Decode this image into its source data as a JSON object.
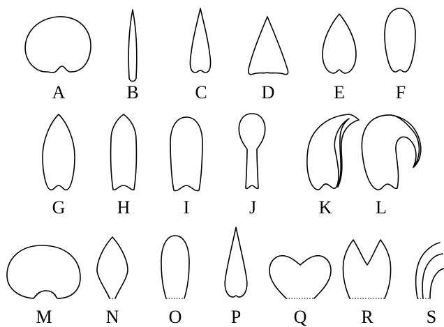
{
  "figure": {
    "labels": {
      "A": "A",
      "B": "B",
      "C": "C",
      "D": "D",
      "E": "E",
      "F": "F",
      "G": "G",
      "H": "H",
      "I": "I",
      "J": "J",
      "K": "K",
      "L": "L",
      "M": "M",
      "N": "N",
      "O": "O",
      "P": "P",
      "Q": "Q",
      "R": "R",
      "S": "S"
    }
  }
}
